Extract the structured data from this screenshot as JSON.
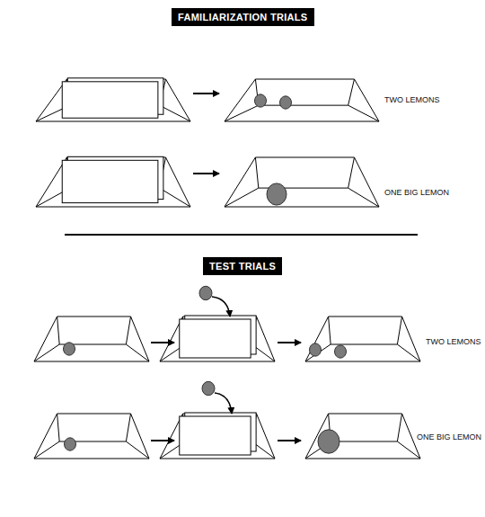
{
  "diagram": {
    "nodes": [
      {
        "text": [
          "FAMILIARIZATION TRIALS"
        ]
      },
      {
        "text": [
          "TEST TRIALS"
        ]
      }
    ],
    "labels": [
      "TWO LEMONS",
      "ONE BIG LEMON",
      "TWO LEMONS",
      "ONE BIG LEMON"
    ]
  }
}
